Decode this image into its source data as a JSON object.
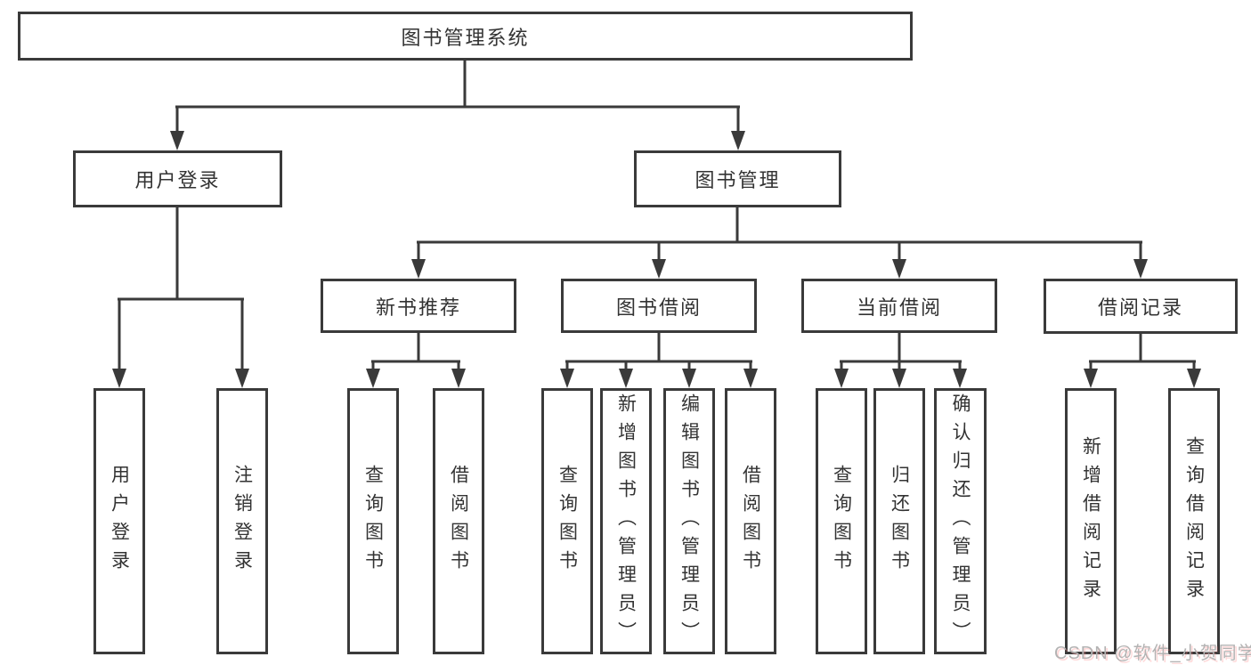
{
  "colors": {
    "line": "#3a3a3a",
    "text": "#333333",
    "background": "#ffffff",
    "watermark": "#b3b3b3"
  },
  "watermark": {
    "text": "CSDN @软件_小贺同学"
  },
  "chart_data": {
    "type": "table",
    "title": "图书管理系统",
    "structure": "hierarchy-tree"
  },
  "tree": {
    "root": {
      "label": "图书管理系统"
    },
    "branches": [
      {
        "label": "用户登录",
        "children": [
          {
            "label": "用户登录"
          },
          {
            "label": "注销登录"
          }
        ]
      },
      {
        "label": "图书管理",
        "children": [
          {
            "label": "新书推荐",
            "children": [
              {
                "label": "查询图书"
              },
              {
                "label": "借阅图书"
              }
            ]
          },
          {
            "label": "图书借阅",
            "children": [
              {
                "label": "查询图书"
              },
              {
                "label": "新增图书（管理员）"
              },
              {
                "label": "编辑图书（管理员）"
              },
              {
                "label": "借阅图书"
              }
            ]
          },
          {
            "label": "当前借阅",
            "children": [
              {
                "label": "查询图书"
              },
              {
                "label": "归还图书"
              },
              {
                "label": "确认归还（管理员）"
              }
            ]
          },
          {
            "label": "借阅记录",
            "children": [
              {
                "label": "新增借阅记录"
              },
              {
                "label": "查询借阅记录"
              }
            ]
          }
        ]
      }
    ]
  }
}
